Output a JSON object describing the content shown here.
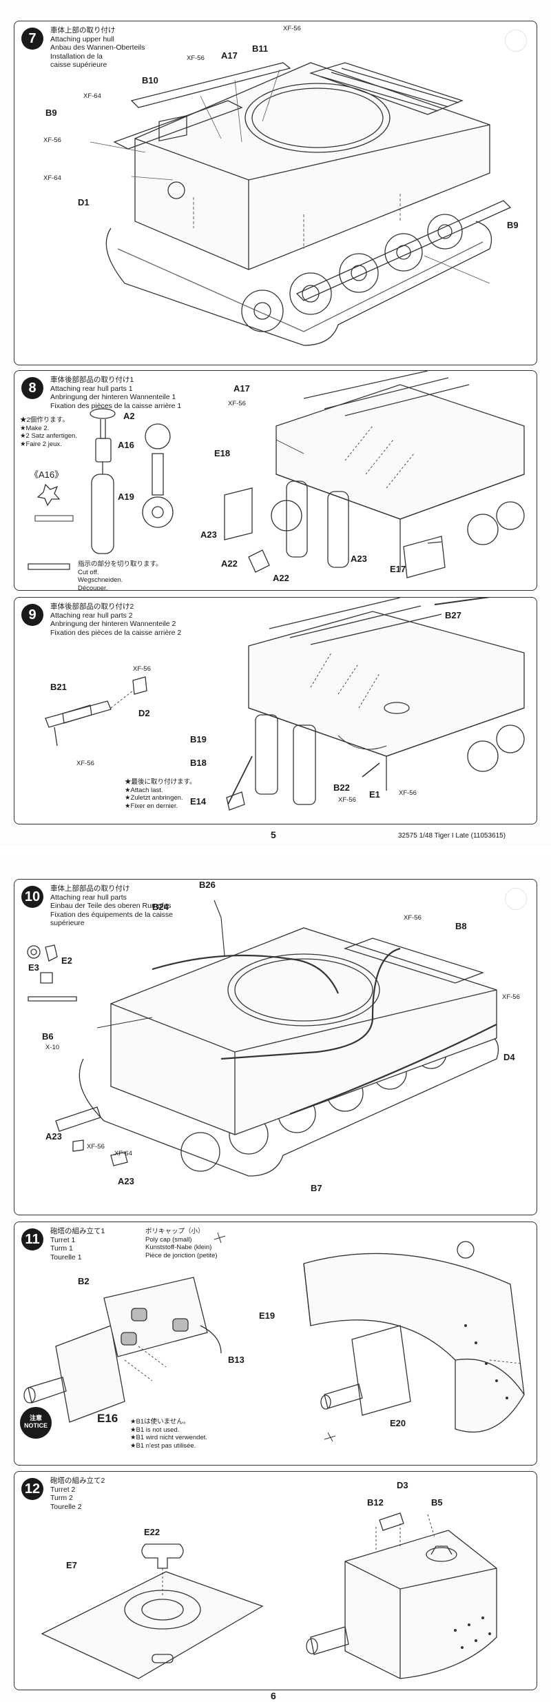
{
  "steps": [
    {
      "number": "7",
      "titles": [
        "車体上部の取り付け",
        "Attaching upper hull",
        "Anbau des Wannen-Oberteils",
        "Installation de la",
        "caisse supérieure"
      ],
      "labels": {
        "a17": "A17",
        "b11": "B11",
        "b10": "B10",
        "b9a": "B9",
        "d1": "D1",
        "b9b": "B9"
      },
      "paints": {
        "p1": "XF-56",
        "p2": "XF-56",
        "p3": "XF-64",
        "p4": "XF-56",
        "p5": "XF-64"
      }
    },
    {
      "number": "8",
      "titles": [
        "車体後部部品の取り付け1",
        "Attaching rear hull parts 1",
        "Anbringung der hinteren Wannenteile 1",
        "Fixation des pièces de la caisse arrière 1"
      ],
      "make2": [
        "★2個作ります。",
        "★Make 2.",
        "★2 Satz anfertigen.",
        "★Faire 2 jeux."
      ],
      "part_a16": "《A16》",
      "cut_note": [
        "指示の部分を切り取ります。",
        "Cut off.",
        "Wegschneiden.",
        "Découper."
      ],
      "labels": {
        "a2": "A2",
        "a16": "A16",
        "a19": "A19",
        "a17": "A17",
        "e18": "E18",
        "a23a": "A23",
        "a22a": "A22",
        "a22b": "A22",
        "a23b": "A23",
        "e17": "E17"
      },
      "paints": {
        "p1": "XF-56"
      }
    },
    {
      "number": "9",
      "titles": [
        "車体後部部品の取り付け2",
        "Attaching rear hull parts 2",
        "Anbringung der hinteren Wannenteile 2",
        "Fixation des pièces de la caisse arrière 2"
      ],
      "attach_last": [
        "★最後に取り付けます。",
        "★Attach last.",
        "★Zuletzt anbringen.",
        "★Fixer en dernier."
      ],
      "labels": {
        "b21": "B21",
        "d2": "D2",
        "b27": "B27",
        "b19": "B19",
        "b18": "B18",
        "e14": "E14",
        "b22": "B22",
        "e1": "E1"
      },
      "paints": {
        "p1": "XF-56",
        "p2": "XF-56",
        "p3": "XF-56",
        "p4": "XF-56"
      }
    },
    {
      "number": "10",
      "titles": [
        "車体上部部品の取り付け",
        "Attaching rear hull parts",
        "Einbau der Teile des oberen Rumpfes",
        "Fixation des équipements de la caisse",
        "supérieure"
      ],
      "labels": {
        "b26": "B26",
        "b24": "B24",
        "b8": "B8",
        "e3": "E3",
        "e2": "E2",
        "b6": "B6",
        "x10": "X-10",
        "d4": "D4",
        "a23a": "A23",
        "a23b": "A23",
        "b7": "B7"
      },
      "paints": {
        "p1": "XF-56",
        "p2": "XF-56",
        "p3": "XF-56",
        "p4": "XF-64"
      }
    },
    {
      "number": "11",
      "titles": [
        "砲塔の組み立て1",
        "Turret 1",
        "Turm 1",
        "Tourelle 1"
      ],
      "polycap": [
        "ポリキャップ（小）",
        "Poly cap (small)",
        "Kunststoff-Nabe (klein)",
        "Pièce de jonction (petite)"
      ],
      "notice": [
        "注意",
        "NOTICE"
      ],
      "b1_note": [
        "★B1は使いません。",
        "★B1 is not used.",
        "★B1 wird nicht verwendet.",
        "★B1 n'est pas utilisée."
      ],
      "labels": {
        "b2": "B2",
        "b13": "B13",
        "e16": "E16",
        "e19": "E19",
        "e20": "E20"
      }
    },
    {
      "number": "12",
      "titles": [
        "砲塔の組み立て2",
        "Turret 2",
        "Turm 2",
        "Tourelle 2"
      ],
      "labels": {
        "e22": "E22",
        "e7": "E7",
        "d3": "D3",
        "b12": "B12",
        "b5": "B5"
      }
    }
  ],
  "page1": {
    "number": "5",
    "code": "32575  1/48 Tiger I Late (11053615)"
  },
  "page2": {
    "number": "6"
  }
}
